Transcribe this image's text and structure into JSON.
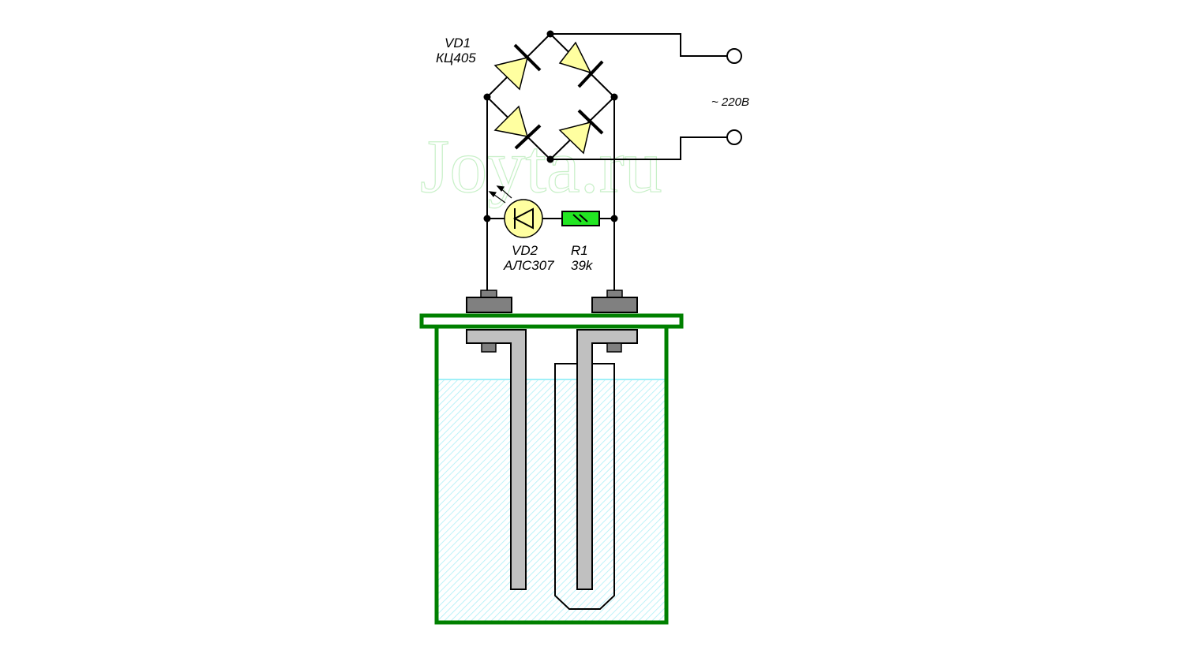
{
  "watermark": "Joyta.ru",
  "bridge": {
    "ref": "VD1",
    "part": "КЦ405"
  },
  "supply": {
    "label": "~ 220В"
  },
  "led": {
    "ref": "VD2",
    "part": "АЛС307"
  },
  "resistor": {
    "ref": "R1",
    "value": "39k"
  },
  "colors": {
    "tank": "#008000",
    "diode_fill": "#ffffa0",
    "resistor": "#22e622",
    "water": "#a0f0f8",
    "electrode": "#c0c0c0",
    "terminal": "#808080"
  }
}
